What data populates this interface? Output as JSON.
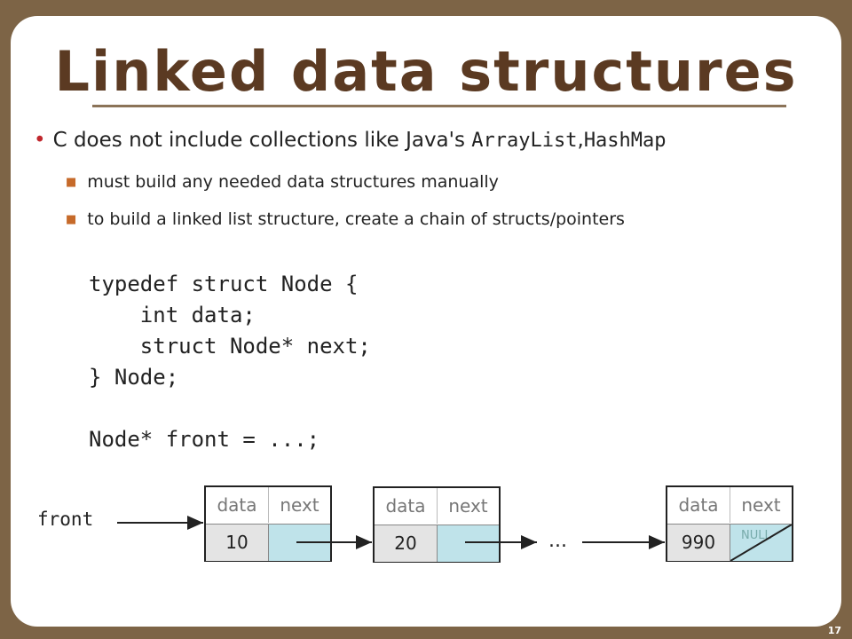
{
  "slide": {
    "title": "Linked data structures",
    "bullet1": {
      "text": "C does not include collections like Java's ",
      "code1": "ArrayList",
      "sep": ",",
      "code2": "HashMap"
    },
    "sub1": "must build any needed data structures manually",
    "sub2": "to build a linked list structure, create a chain of structs/pointers",
    "code_lines": [
      "typedef struct Node {",
      "    int data;",
      "    struct Node* next;",
      "} Node;",
      "",
      "Node* front = ...;"
    ],
    "page_number": "17"
  },
  "diagram": {
    "front_label": "front",
    "ellipsis": "...",
    "header_data": "data",
    "header_next": "next",
    "nodes": [
      {
        "value": "10"
      },
      {
        "value": "20"
      },
      {
        "value": "990",
        "next": "NULL"
      }
    ]
  },
  "colors": {
    "title": "#5b3a22",
    "bullet": "#c0272d",
    "pointer_cell": "#bfe3ea",
    "frame": "#7d6446"
  }
}
